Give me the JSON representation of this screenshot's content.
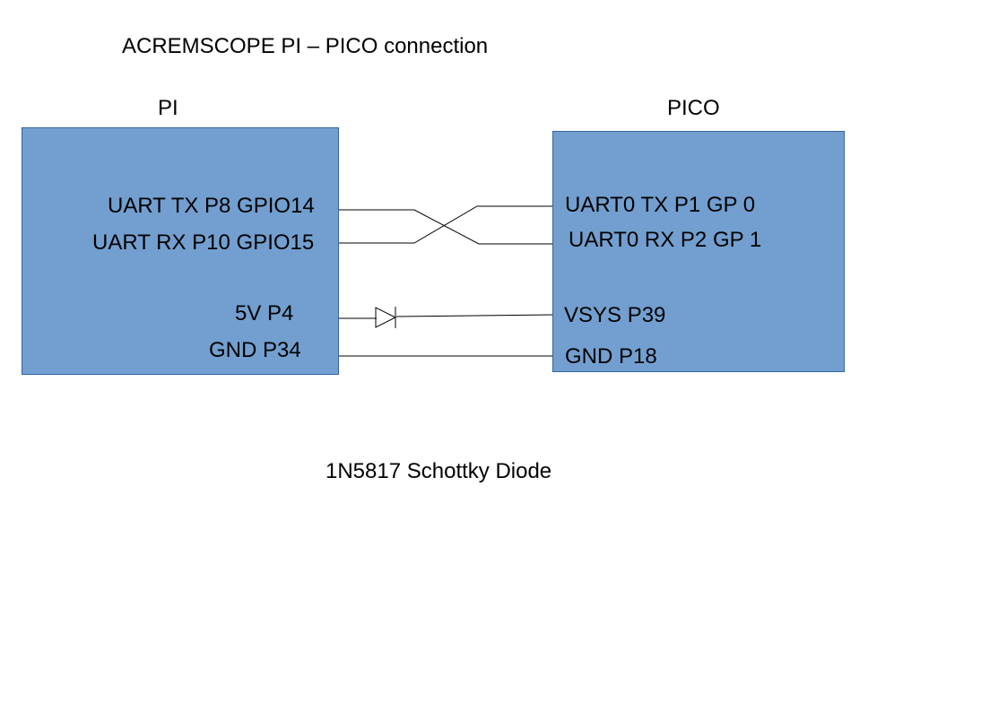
{
  "title": "ACREMSCOPE PI – PICO connection",
  "pi": {
    "label": "PI",
    "pins": {
      "tx": "UART TX P8 GPIO14",
      "rx": "UART RX P10 GPIO15",
      "v5": "5V P4",
      "gnd": "GND P34"
    }
  },
  "pico": {
    "label": "PICO",
    "pins": {
      "tx": "UART0 TX P1 GP 0",
      "rx": "UART0 RX P2 GP 1",
      "vsys": "VSYS P39",
      "gnd": "GND P18"
    }
  },
  "diode_label": "1N5817 Schottky Diode",
  "colors": {
    "box_fill": "#729fcf",
    "box_border": "#3465a4",
    "wire": "#000000"
  }
}
